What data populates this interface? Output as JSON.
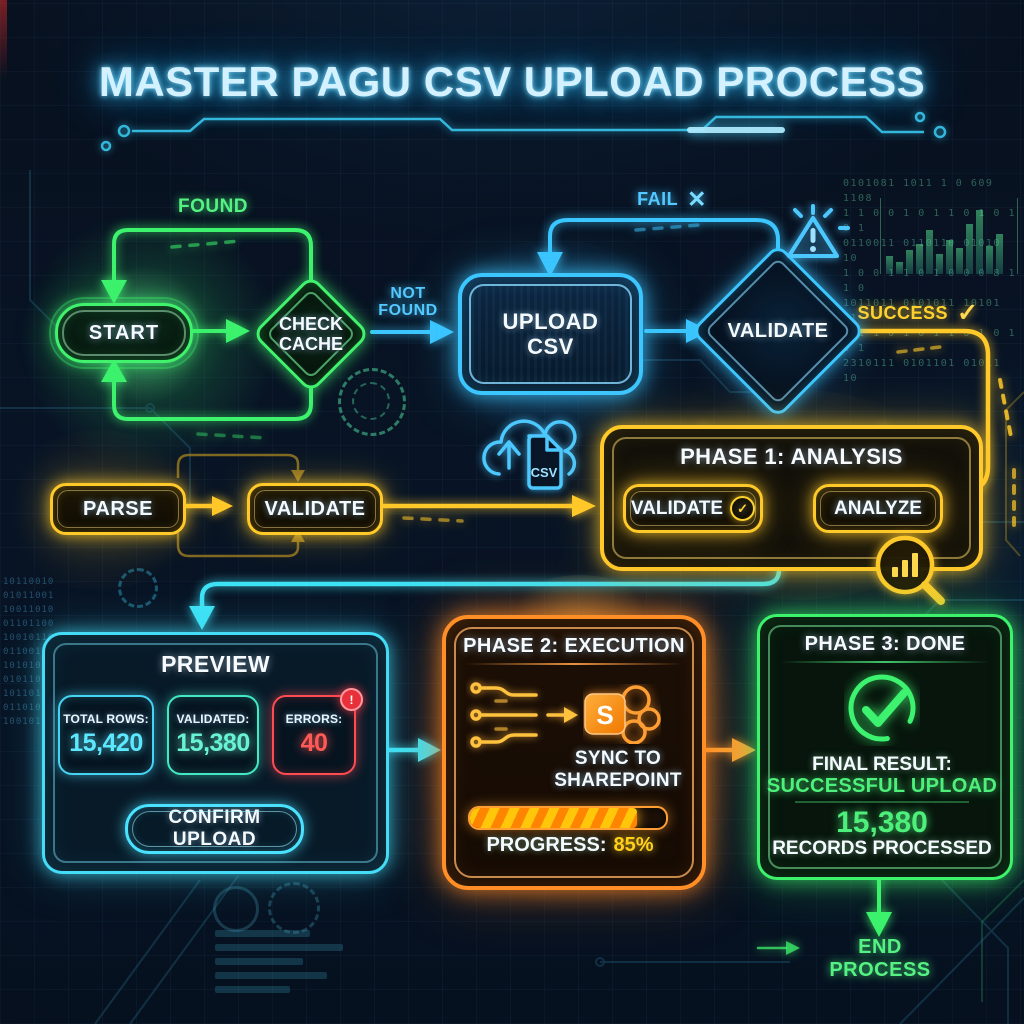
{
  "title": "MASTER PAGU CSV UPLOAD PROCESS",
  "edges": {
    "found": "FOUND",
    "not_found_line1": "NOT",
    "not_found_line2": "FOUND",
    "fail": "FAIL",
    "fail_mark": "✕",
    "success": "SUCCESS",
    "success_mark": "✓"
  },
  "nodes": {
    "start": "START",
    "check_cache_line1": "CHECK",
    "check_cache_line2": "CACHE",
    "upload_line1": "UPLOAD",
    "upload_line2": "CSV",
    "validate": "VALIDATE",
    "parse": "PARSE",
    "validate_mid": "VALIDATE"
  },
  "csv_icon_label": "CSV",
  "phase1": {
    "title": "PHASE 1: ANALYSIS",
    "validate_label": "VALIDATE",
    "validate_check": "✓",
    "analyze_label": "ANALYZE"
  },
  "preview": {
    "title": "PREVIEW",
    "stats": [
      {
        "label": "TOTAL ROWS:",
        "value": "15,420"
      },
      {
        "label": "VALIDATED:",
        "value": "15,380"
      },
      {
        "label": "ERRORS:",
        "value": "40"
      }
    ],
    "error_badge": "!",
    "confirm_button": "CONFIRM UPLOAD"
  },
  "phase2": {
    "title": "PHASE 2: EXECUTION",
    "sharepoint_initial": "S",
    "sync_line1": "SYNC TO",
    "sync_line2": "SHAREPOINT",
    "progress_label": "PROGRESS:",
    "progress_value": "85%",
    "progress_percent": 85
  },
  "phase3": {
    "title": "PHASE 3: DONE",
    "result_label": "FINAL RESULT:",
    "result_value": "SUCCESSFUL UPLOAD",
    "records_value": "15,380",
    "records_label": "RECORDS PROCESSED"
  },
  "end_label": "END PROCESS",
  "colors": {
    "green": "#3df26d",
    "blue": "#3cc6ff",
    "yellow": "#ffc92a",
    "orange": "#ff8e26",
    "cyan": "#3ee2f5",
    "red": "#ff4b52",
    "title_cyan": "#d3f1ff"
  },
  "decor": {
    "binary_right": "0101081 1011 1 0 609 1108\n1 1 0 0 1 0 1 1 0 1 0 1 0 1\n0110011 0110110 01010 10\n1 0 0 1 1 0 1 0 0 0 8 1 1 0\n1011011 0101011 10101 01\n0 1 1 0 1 0 1 1 0 1 0 1 8 1\n2310111 0101101 01011 10",
    "binary_left": "10110010\n01011001\n10011010\n01101100\n10010110\n01100101\n10101001\n01011010\n10110100\n01101011\n10010101"
  }
}
